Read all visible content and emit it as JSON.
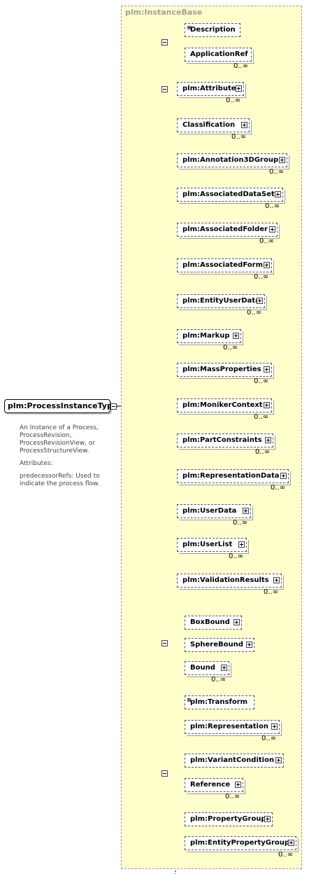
{
  "base_title": "plm:InstanceBase",
  "root": {
    "label": "plm:ProcessInstanceType"
  },
  "documentation": {
    "line1": "An Instance of a Process, ProcessRevision, ProcessRevisionView, or ProcessStructureView.",
    "line2": "Attributes:",
    "line3": "predecessorRefs:      Used to indicate the process flow."
  },
  "group1": [
    {
      "label": "Description",
      "card": ""
    },
    {
      "label": "ApplicationRef",
      "card": "0..∞"
    }
  ],
  "group2": [
    {
      "label": "plm:Attribute",
      "card": "0..∞"
    },
    {
      "label": "Classification",
      "card": "0..∞"
    },
    {
      "label": "plm:Annotation3DGroup",
      "card": "0..∞"
    },
    {
      "label": "plm:AssociatedDataSet",
      "card": "0..∞"
    },
    {
      "label": "plm:AssociatedFolder",
      "card": "0..∞"
    },
    {
      "label": "plm:AssociatedForm",
      "card": "0..∞"
    },
    {
      "label": "plm:EntityUserData",
      "card": "0..∞"
    },
    {
      "label": "plm:Markup",
      "card": "0..∞"
    },
    {
      "label": "plm:MassProperties",
      "card": "0..∞"
    },
    {
      "label": "plm:MonikerContext",
      "card": "0..∞"
    },
    {
      "label": "plm:PartConstraints",
      "card": "0..∞"
    },
    {
      "label": "plm:RepresentationData",
      "card": "0..∞"
    },
    {
      "label": "plm:UserData",
      "card": "0..∞"
    },
    {
      "label": "plm:UserList",
      "card": "0..∞"
    },
    {
      "label": "plm:ValidationResults",
      "card": "0..∞"
    }
  ],
  "group3": [
    {
      "label": "BoxBound",
      "card": ""
    },
    {
      "label": "SphereBound",
      "card": ""
    },
    {
      "label": "Bound",
      "card": "0..∞"
    }
  ],
  "group4": [
    {
      "label": "plm:Transform",
      "card": ""
    },
    {
      "label": "plm:Representation",
      "card": "0..∞"
    },
    {
      "label": "plm:VariantCondition",
      "card": ""
    },
    {
      "label": "Reference",
      "card": "0..∞"
    },
    {
      "label": "plm:PropertyGroup",
      "card": ""
    },
    {
      "label": "plm:EntityPropertyGroup",
      "card": "0..∞"
    }
  ]
}
